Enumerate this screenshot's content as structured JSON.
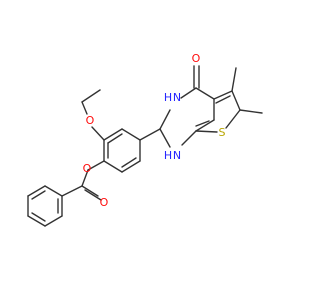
{
  "molecule": {
    "colors": {
      "carbon_bond": "#333333",
      "oxygen": "#ff0d0d",
      "nitrogen": "#2626ff",
      "sulfur": "#b8a600",
      "background": "#ffffff"
    },
    "atom_labels": {
      "o_carbonyl_pyrimidinone": "O",
      "nh_top": "H",
      "n_top": "N",
      "nh_bottom": "H",
      "n_bottom": "N",
      "s_thiophene": "S",
      "o_ethoxy": "O",
      "o_ester": "O",
      "o_ester_carbonyl": "O"
    }
  }
}
